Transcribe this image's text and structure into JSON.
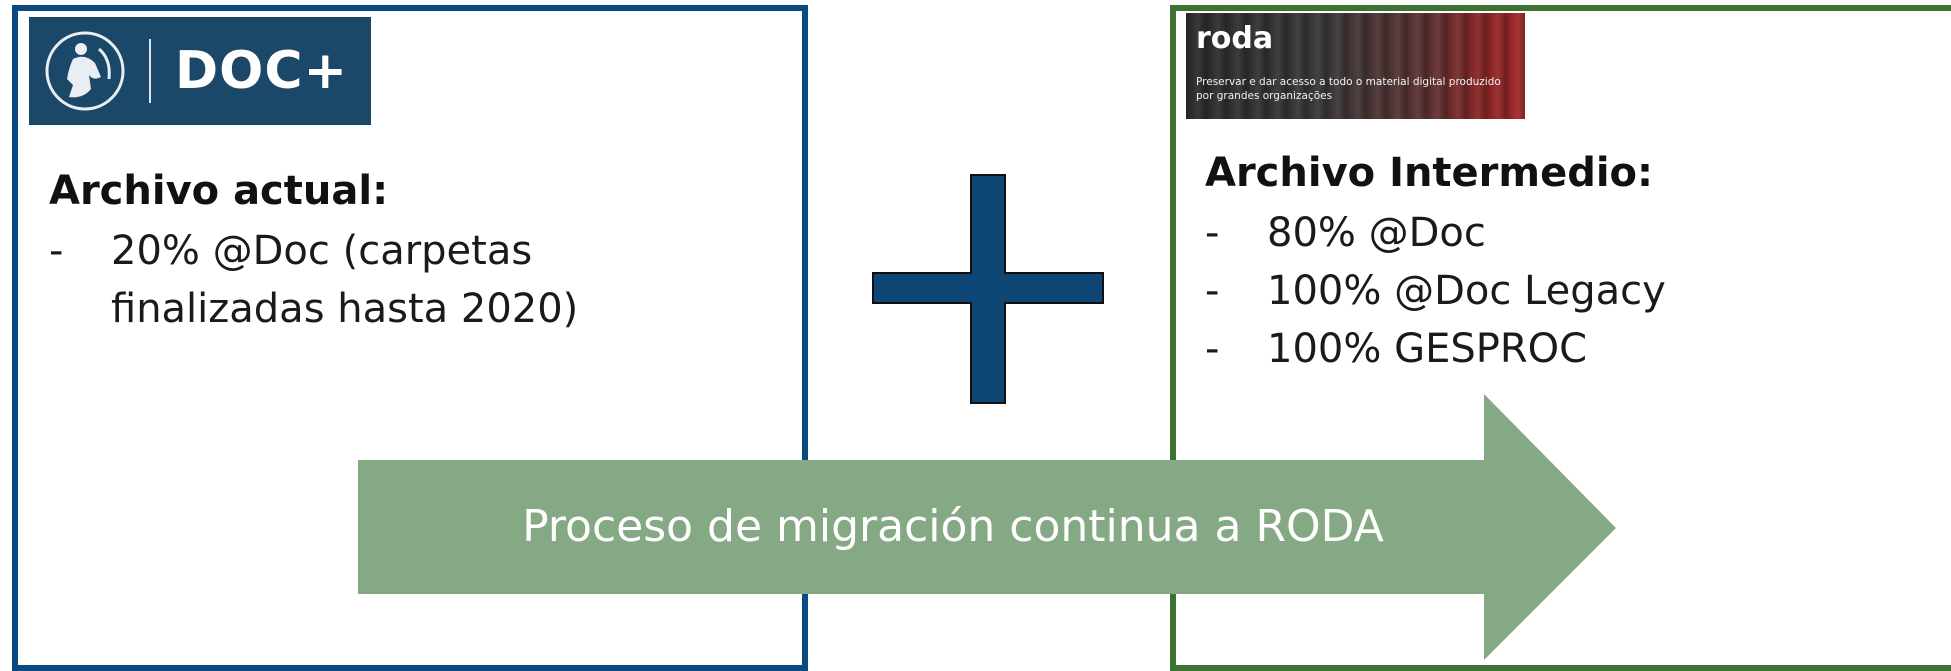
{
  "colors": {
    "left_border": "#0b4a80",
    "right_border": "#3c7232",
    "plus_fill": "#0d4575",
    "arrow_fill": "#85a885",
    "doc_logo_bg": "#1b4868"
  },
  "left_panel": {
    "logo": {
      "emblem_icon": "archive-figure-emblem",
      "text": "DOC+"
    },
    "heading": "Archivo actual:",
    "items": [
      {
        "dash": "-",
        "text": "20% @Doc (carpetas finalizadas hasta 2020)"
      }
    ]
  },
  "right_panel": {
    "logo": {
      "text": "roda",
      "tagline": "Preservar e dar acesso a todo o material digital produzido por grandes organizações"
    },
    "heading": "Archivo Intermedio:",
    "items": [
      {
        "dash": "-",
        "text": "80% @Doc"
      },
      {
        "dash": "-",
        "text": "100% @Doc Legacy"
      },
      {
        "dash": "-",
        "text": "100% GESPROC"
      }
    ]
  },
  "connector": {
    "icon": "plus-icon"
  },
  "arrow": {
    "label": "Proceso de migración continua a RODA"
  }
}
